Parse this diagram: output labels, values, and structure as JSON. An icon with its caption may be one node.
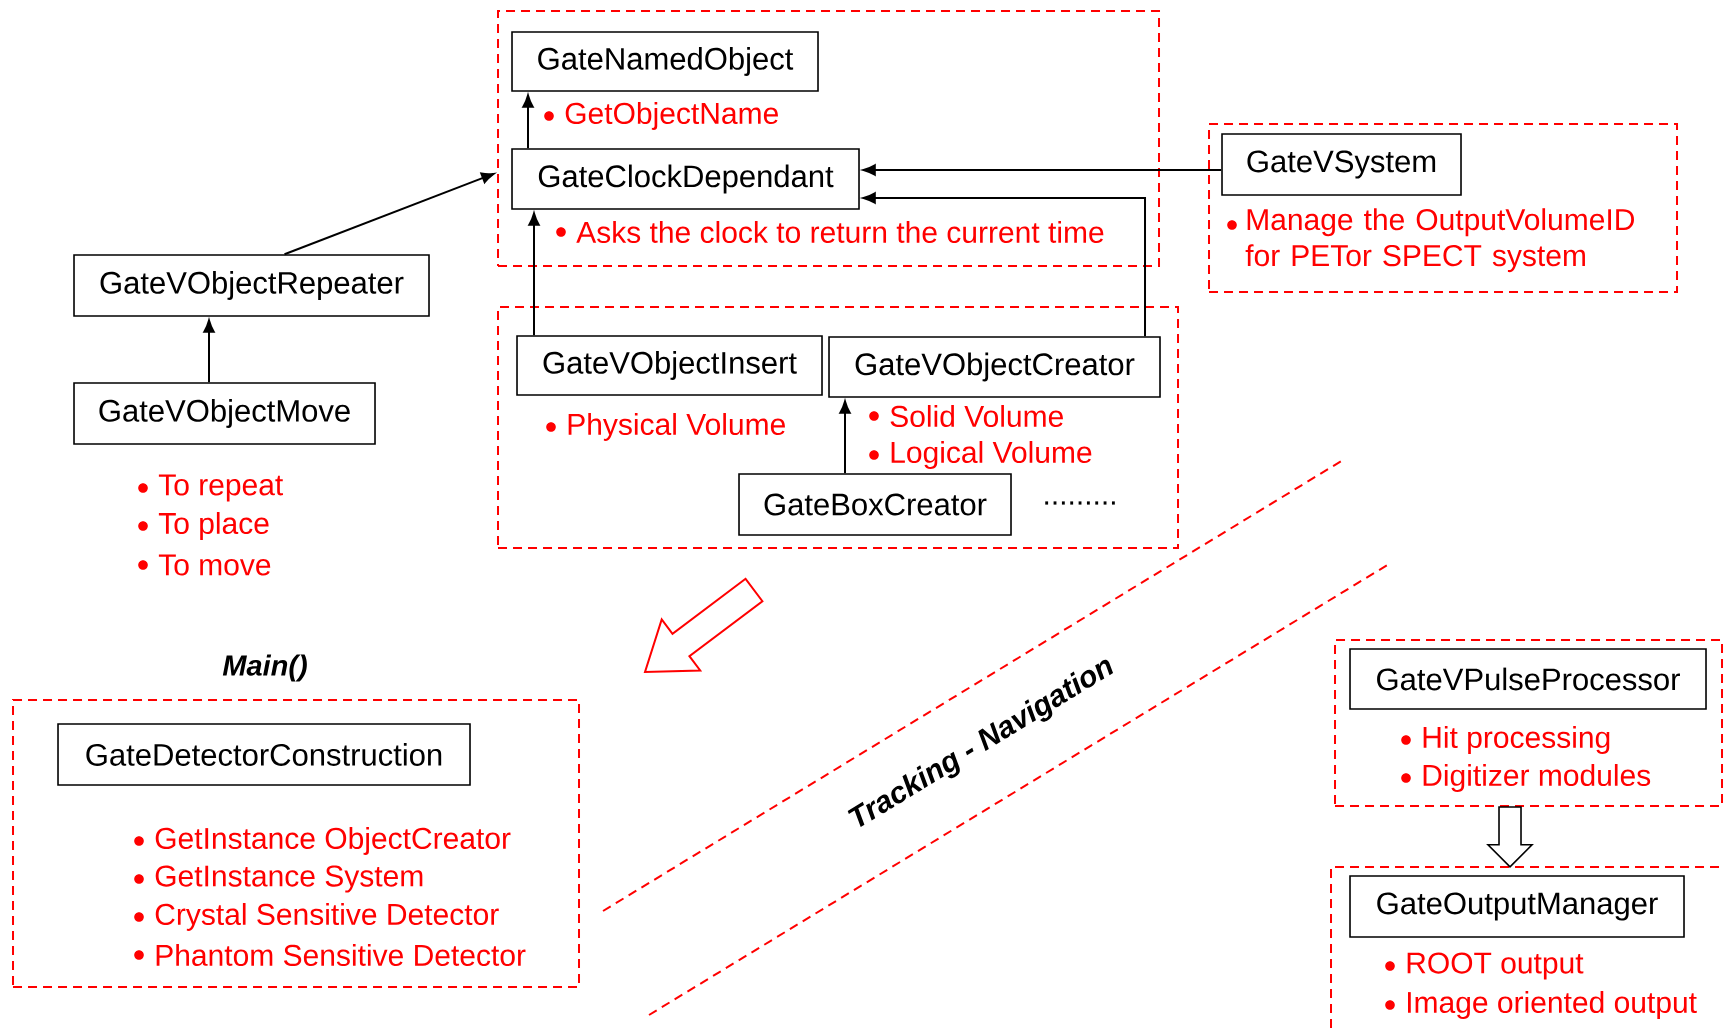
{
  "diagram": {
    "nodes": [
      {
        "text": [],
        "shape": "box"
      },
      {
        "text": [
          "GateNamedObject"
        ],
        "in": 0,
        "beside": [
          "GetObjectName"
        ]
      },
      {
        "text": [
          "GateClockDependant"
        ],
        "in": 0,
        "beside": [
          "Asks the clock to return the current time"
        ]
      },
      {
        "text": [],
        "shape": "box"
      },
      {
        "text": [
          "GateVSystem"
        ],
        "in": 3,
        "beside": [
          "Manage the OutputVolumeID for PETor SPECT system"
        ]
      },
      {
        "text": [
          "GateVObjectRepeater"
        ]
      },
      {
        "text": [],
        "shape": "box"
      },
      {
        "text": [
          "GateVObjectInsert"
        ],
        "in": 6,
        "beside": [
          "Physical Volume"
        ]
      },
      {
        "text": [
          "GateVObjectCreator"
        ],
        "in": 6,
        "beside": [
          "Solid Volume",
          "Logical Volume"
        ]
      },
      {
        "text": [
          "GateBoxCreator"
        ],
        "in": 6
      },
      {
        "text": [
          "GateVObjectMove"
        ],
        "beside": [
          "To repeat",
          "To place",
          "To move"
        ]
      },
      {
        "text": [
          "Main()"
        ]
      },
      {
        "text": [
          "GateDetectorConstruction"
        ],
        "in": 11,
        "beside": [
          "GetInstance ObjectCreator",
          "GetInstance System",
          "Crystal Sensitive Detector",
          "Phantom Sensitive Detector"
        ]
      },
      {
        "text": [],
        "shape": "box"
      },
      {
        "text": [
          "GateVPulseProcessor"
        ],
        "in": 13,
        "beside": [
          "Hit processing",
          "Digitizer modules"
        ]
      },
      {
        "text": [],
        "shape": "box"
      },
      {
        "text": [
          "GateOutputManager"
        ],
        "in": 15,
        "beside": [
          "ROOT output",
          "Image oriented output"
        ]
      }
    ],
    "edges": [
      {
        "from": 10,
        "to": 5,
        "arrow": "to"
      },
      {
        "from": 5,
        "to": 0,
        "arrow": "to"
      },
      {
        "from": 2,
        "to": 1,
        "arrow": "to"
      },
      {
        "from": 7,
        "to": 2,
        "arrow": "to"
      },
      {
        "from": 8,
        "to": 2,
        "arrow": "to"
      },
      {
        "from": 4,
        "to": 2,
        "arrow": "to"
      },
      {
        "from": 9,
        "to": 8,
        "arrow": "to"
      },
      {
        "from": 13,
        "to": 15,
        "arrow": "to",
        "style": "thick"
      }
    ],
    "labels": [
      ".........",
      "Tracking - Navigation"
    ]
  }
}
